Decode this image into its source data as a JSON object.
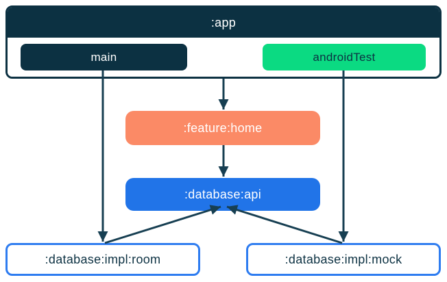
{
  "diagram": {
    "type": "module-dependency-graph",
    "app_container": {
      "label": ":app",
      "source_sets": [
        {
          "label": "main"
        },
        {
          "label": "androidTest"
        }
      ]
    },
    "nodes": [
      {
        "id": "feature-home",
        "label": ":feature:home"
      },
      {
        "id": "database-api",
        "label": ":database:api"
      },
      {
        "id": "database-impl-room",
        "label": ":database:impl:room"
      },
      {
        "id": "database-impl-mock",
        "label": ":database:impl:mock"
      }
    ],
    "edges": [
      {
        "from": ":app",
        "to": ":feature:home"
      },
      {
        "from": "main",
        "to": ":database:impl:room"
      },
      {
        "from": "androidTest",
        "to": ":database:impl:mock"
      },
      {
        "from": ":feature:home",
        "to": ":database:api"
      },
      {
        "from": ":database:impl:room",
        "to": ":database:api"
      },
      {
        "from": ":database:impl:mock",
        "to": ":database:api"
      }
    ],
    "colors": {
      "navy": "#0C3142",
      "green": "#0BDA82",
      "orange": "#FB8A66",
      "blue": "#2174E8",
      "impl_border_blue": "#2E7CF0",
      "arrow": "#173F52",
      "background": "#FFFFFF"
    }
  }
}
